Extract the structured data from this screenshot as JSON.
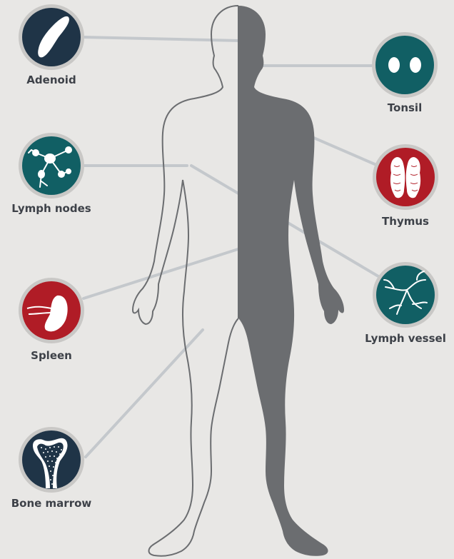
{
  "colors": {
    "background": "#e8e7e5",
    "navy": "#1f3447",
    "teal": "#115f64",
    "red": "#b01c26",
    "ring": "#c9c8c6",
    "connector": "#c4c8cc",
    "body_shadow": "#6b6d70",
    "body_outline": "#6b6d70",
    "label_text": "#3d4148"
  },
  "organs": [
    {
      "id": "adenoid",
      "label": "Adenoid",
      "color": "navy",
      "icon": "adenoid-icon"
    },
    {
      "id": "tonsil",
      "label": "Tonsil",
      "color": "teal",
      "icon": "tonsil-icon"
    },
    {
      "id": "lymph-nodes",
      "label": "Lymph nodes",
      "color": "teal",
      "icon": "lymph-nodes-icon"
    },
    {
      "id": "thymus",
      "label": "Thymus",
      "color": "red",
      "icon": "thymus-icon"
    },
    {
      "id": "spleen",
      "label": "Spleen",
      "color": "red",
      "icon": "spleen-icon"
    },
    {
      "id": "lymph-vessel",
      "label": "Lymph vessel",
      "color": "teal",
      "icon": "lymph-vessel-icon"
    },
    {
      "id": "bone-marrow",
      "label": "Bone marrow",
      "color": "navy",
      "icon": "bone-marrow-icon"
    }
  ]
}
